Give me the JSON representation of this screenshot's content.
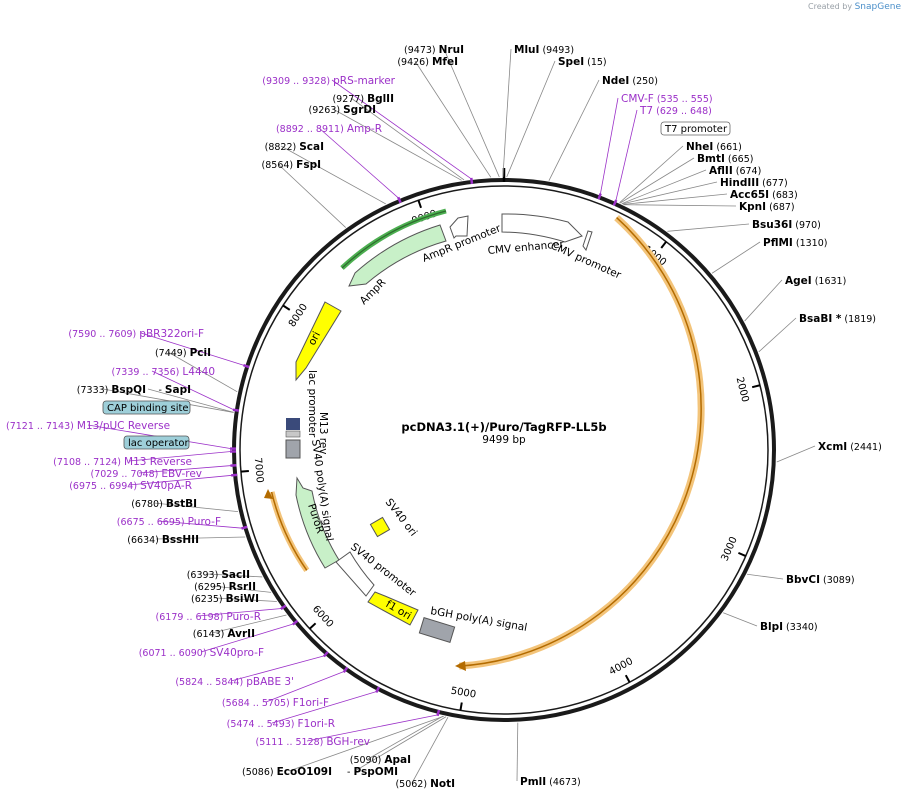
{
  "credit": {
    "prefix": "Created by",
    "brand": "SnapGene"
  },
  "plasmid": {
    "name": "pcDNA3.1(+)/Puro/TagRFP-LL5b",
    "length_label": "9499 bp",
    "length": 9499
  },
  "ticks": [
    "1000",
    "2000",
    "3000",
    "4000",
    "5000",
    "6000",
    "7000",
    "8000",
    "9000"
  ],
  "enzymes": [
    {
      "name": "MluI",
      "pos": "(9493)"
    },
    {
      "name": "SpeI",
      "pos": "(15)"
    },
    {
      "name": "NruI",
      "pos": "(9473)"
    },
    {
      "name": "MfeI",
      "pos": "(9426)"
    },
    {
      "name": "NdeI",
      "pos": "(250)"
    },
    {
      "name": "BglII",
      "pos": "(9277)"
    },
    {
      "name": "SgrDI",
      "pos": "(9263)"
    },
    {
      "name": "ScaI",
      "pos": "(8822)"
    },
    {
      "name": "FspI",
      "pos": "(8564)"
    },
    {
      "name": "NheI",
      "pos": "(661)"
    },
    {
      "name": "BmtI",
      "pos": "(665)"
    },
    {
      "name": "AflII",
      "pos": "(674)"
    },
    {
      "name": "HindIII",
      "pos": "(677)"
    },
    {
      "name": "Acc65I",
      "pos": "(683)"
    },
    {
      "name": "KpnI",
      "pos": "(687)"
    },
    {
      "name": "Bsu36I",
      "pos": "(970)"
    },
    {
      "name": "PflMI",
      "pos": "(1310)"
    },
    {
      "name": "AgeI",
      "pos": "(1631)"
    },
    {
      "name": "BsaBI *",
      "pos": "(1819)"
    },
    {
      "name": "XcmI",
      "pos": "(2441)"
    },
    {
      "name": "BbvCI",
      "pos": "(3089)"
    },
    {
      "name": "BlpI",
      "pos": "(3340)"
    },
    {
      "name": "PmlI",
      "pos": "(4673)"
    },
    {
      "name": "NotI",
      "pos": "(5062)"
    },
    {
      "name": "PspOMI",
      "pos": "",
      "prefix": "- "
    },
    {
      "name": "EcoO109I",
      "pos": "(5086)"
    },
    {
      "name": "ApaI",
      "pos": "(5090)"
    },
    {
      "name": "AvrII",
      "pos": "(6143)"
    },
    {
      "name": "BsiWI",
      "pos": "(6235)"
    },
    {
      "name": "RsrII",
      "pos": "(6295)"
    },
    {
      "name": "SacII",
      "pos": "(6393)"
    },
    {
      "name": "BssHII",
      "pos": "(6634)"
    },
    {
      "name": "BstBI",
      "pos": "(6780)"
    },
    {
      "name": "BspQI",
      "pos": "(7333)"
    },
    {
      "name": "SapI",
      "pos": "",
      "prefix": "- "
    },
    {
      "name": "PciI",
      "pos": "(7449)"
    }
  ],
  "primers": [
    {
      "name": "pRS-marker",
      "pos": "(9309 .. 9328)"
    },
    {
      "name": "Amp-R",
      "pos": "(8892 .. 8911)"
    },
    {
      "name": "CMV-F",
      "pos": "(535 .. 555)"
    },
    {
      "name": "T7",
      "pos": "(629 .. 648)"
    },
    {
      "name": "pBR322ori-F",
      "pos": "(7590 .. 7609)"
    },
    {
      "name": "L4440",
      "pos": "(7339 .. 7356)"
    },
    {
      "name": "M13/pUC Reverse",
      "pos": "(7121 .. 7143)"
    },
    {
      "name": "M13 Reverse",
      "pos": "(7108 .. 7124)"
    },
    {
      "name": "EBV-rev",
      "pos": "(7029 .. 7048)"
    },
    {
      "name": "SV40pA-R",
      "pos": "(6975 .. 6994)"
    },
    {
      "name": "Puro-F",
      "pos": "(6675 .. 6695)"
    },
    {
      "name": "Puro-R",
      "pos": "(6179 .. 6198)"
    },
    {
      "name": "SV40pro-F",
      "pos": "(6071 .. 6090)"
    },
    {
      "name": "pBABE 3'",
      "pos": "(5824 .. 5844)"
    },
    {
      "name": "F1ori-F",
      "pos": "(5684 .. 5705)"
    },
    {
      "name": "F1ori-R",
      "pos": "(5474 .. 5493)"
    },
    {
      "name": "BGH-rev",
      "pos": "(5111 .. 5128)"
    }
  ],
  "boxed_features": [
    "T7 promoter",
    "CAP binding site",
    "lac operator"
  ],
  "features": {
    "amp_promoter": "AmpR promoter",
    "ampr": "AmpR",
    "cmv_enhancer": "CMV enhancer",
    "cmv_promoter": "CMV promoter",
    "ori": "ori",
    "lac_promoter": "lac promoter",
    "m13_rev": "M13 rev",
    "sv40_polya": "SV40 poly(A) signal",
    "puror": "PuroR",
    "sv40_ori": "SV40 ori",
    "sv40_promoter": "SV40 promoter",
    "f1_ori": "f1 ori",
    "bgh_polya": "bGH poly(A) signal"
  },
  "colors": {
    "backbone": "#1a1a1a",
    "primer": "#9b30c8",
    "orf": "#f0a94a",
    "ori": "#ffff00",
    "ampr": "#c8f0c8",
    "promoter": "#ffffff",
    "polya": "#a0a4ab",
    "boxed_fill": "#9ecfd9"
  }
}
